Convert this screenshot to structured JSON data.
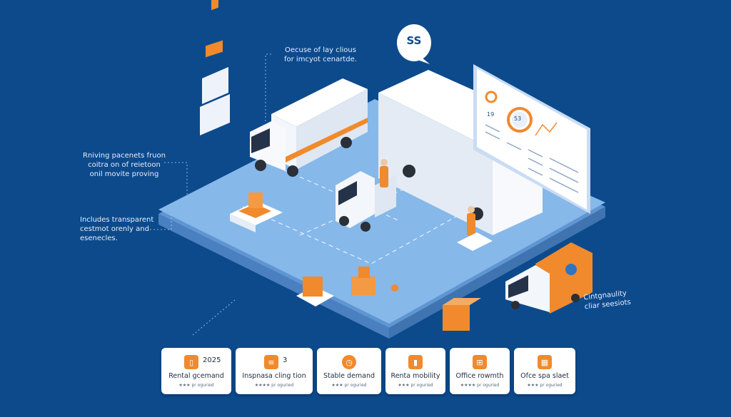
{
  "colors": {
    "background": "#0c4a8c",
    "platform": "#7fb2e8",
    "accent_orange": "#f08a2c",
    "truck_white": "#f3f6fa"
  },
  "annotations": [
    {
      "lines": [
        "Oecuse of lay clious",
        "for imcyot cenartde."
      ]
    },
    {
      "lines": [
        "Rniving pacenets fruon",
        "coitra on of reietoon",
        "onil movite proving"
      ]
    },
    {
      "lines": [
        "Includes transparent",
        "cestmot orenly and",
        "esenecles."
      ]
    },
    {
      "lines": [
        "Cintgnaulity",
        "cliar seesiots"
      ]
    }
  ],
  "speech_bubble": {
    "text": "SS"
  },
  "dashboard": {
    "value_left": "19",
    "value_center": "53"
  },
  "cards": [
    {
      "icon": "phone-icon",
      "number": "2025",
      "label": "Rental gcemand",
      "sub": "★★★ pr oguried"
    },
    {
      "icon": "document-icon",
      "number": "3",
      "label": "Inspnasa cling tion",
      "sub": "★★★★ pr oguried"
    },
    {
      "icon": "clock-icon",
      "number": "",
      "label": "Stable demand",
      "sub": "★★★ pr oguried"
    },
    {
      "icon": "bar-chart-icon",
      "number": "",
      "label": "Renta mobility",
      "sub": "★★★ pr oguried"
    },
    {
      "icon": "calculator-icon",
      "number": "",
      "label": "Office rowmth",
      "sub": "★★★★ pr oguried"
    },
    {
      "icon": "building-icon",
      "number": "",
      "label": "Ofce spa slaet",
      "sub": "★★★ pr oguried"
    }
  ]
}
